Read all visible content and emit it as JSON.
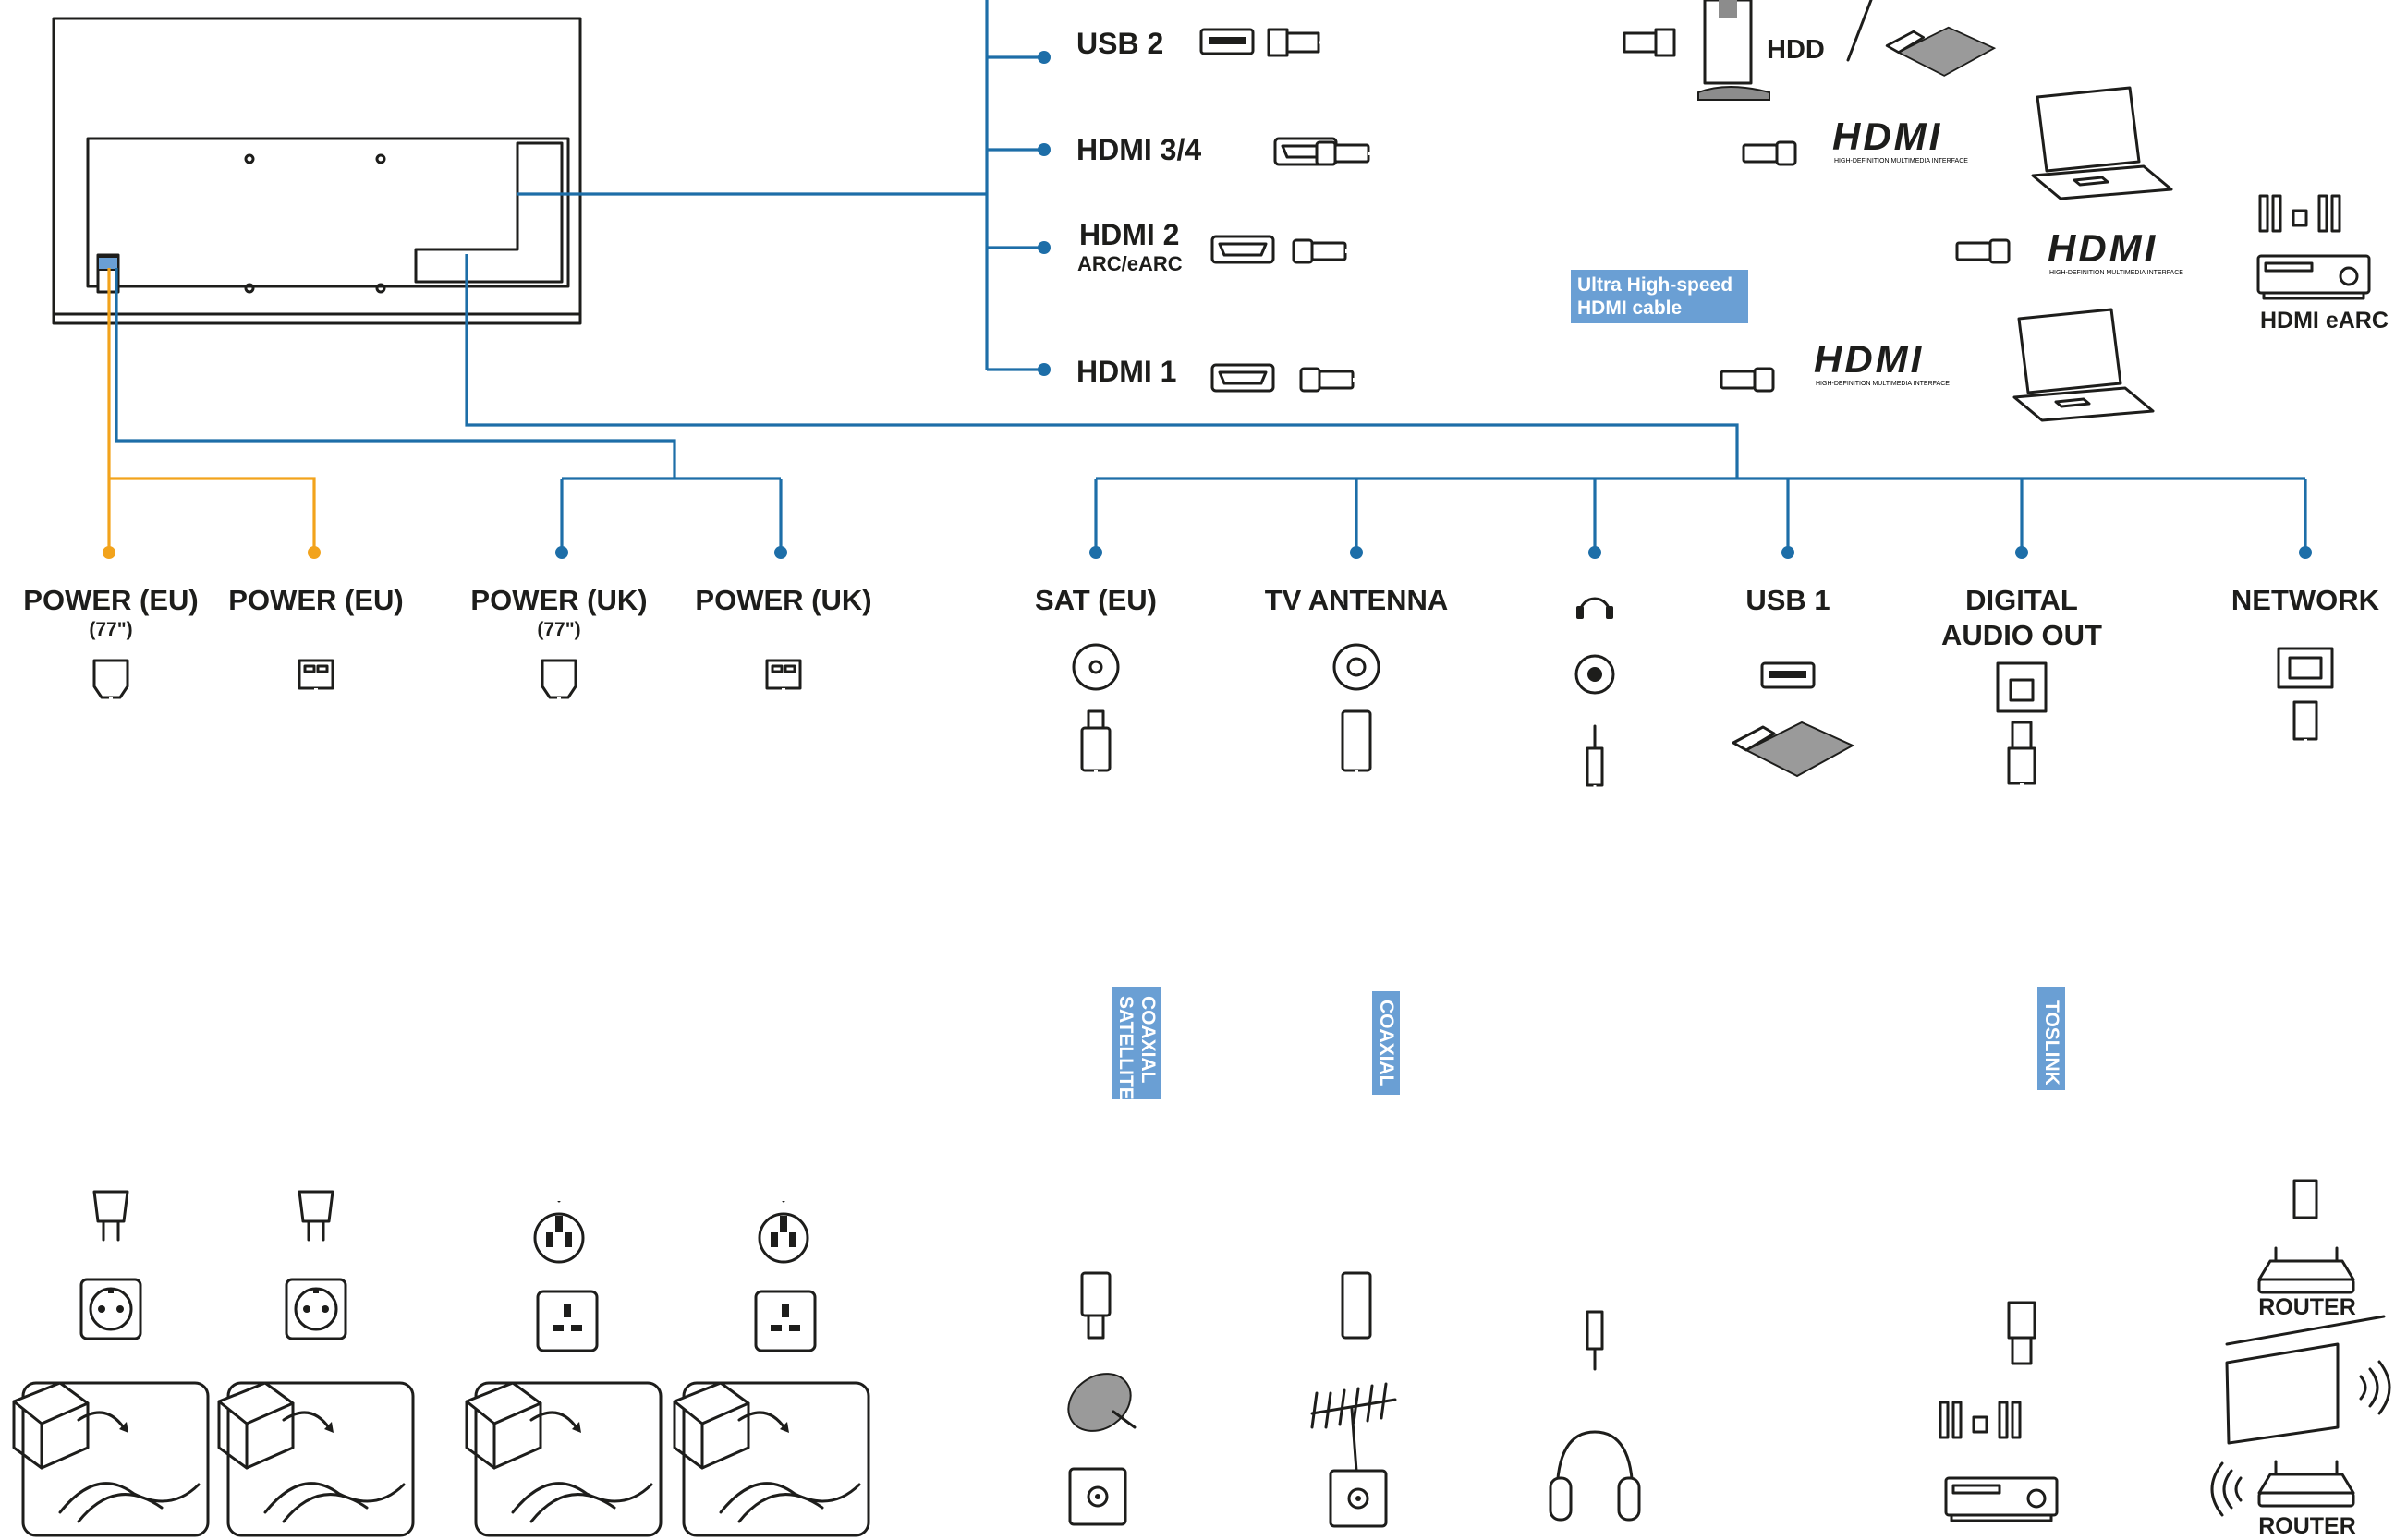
{
  "ports_top": [
    {
      "label": "USB 2"
    },
    {
      "label": "HDMI 3/4"
    },
    {
      "label": "HDMI 2",
      "sub": "ARC/eARC"
    },
    {
      "label": "HDMI 1"
    }
  ],
  "device_labels": {
    "hdd": "HDD",
    "hdmi_earc": "HDMI eARC",
    "router_wired": "ROUTER",
    "router_wifi": "ROUTER"
  },
  "hdmi_logo": {
    "word": "HDMI",
    "tagline": "HIGH-DEFINITION MULTIMEDIA INTERFACE"
  },
  "cable_tags": {
    "uhs_line1": "Ultra High-speed",
    "uhs_line2": "HDMI cable",
    "satellite_line1": "SATELLITE",
    "satellite_line2": "COAXIAL",
    "coaxial": "COAXIAL",
    "toslink": "TOSLINK"
  },
  "power": [
    {
      "label": "POWER (EU)",
      "sub": "(77\")"
    },
    {
      "label": "POWER (EU)",
      "sub": ""
    },
    {
      "label": "POWER (UK)",
      "sub": "(77\")"
    },
    {
      "label": "POWER (UK)",
      "sub": ""
    }
  ],
  "bottom_ports": [
    {
      "label": "SAT (EU)"
    },
    {
      "label": "TV ANTENNA"
    },
    {
      "label": "",
      "icon": "headphone-icon"
    },
    {
      "label": "USB 1"
    },
    {
      "label": "DIGITAL",
      "label2": "AUDIO OUT"
    },
    {
      "label": "NETWORK"
    }
  ],
  "colors": {
    "line_blue": "#1d6ea8",
    "line_orange": "#f2a31c",
    "tag_blue": "#6a9fd4"
  }
}
